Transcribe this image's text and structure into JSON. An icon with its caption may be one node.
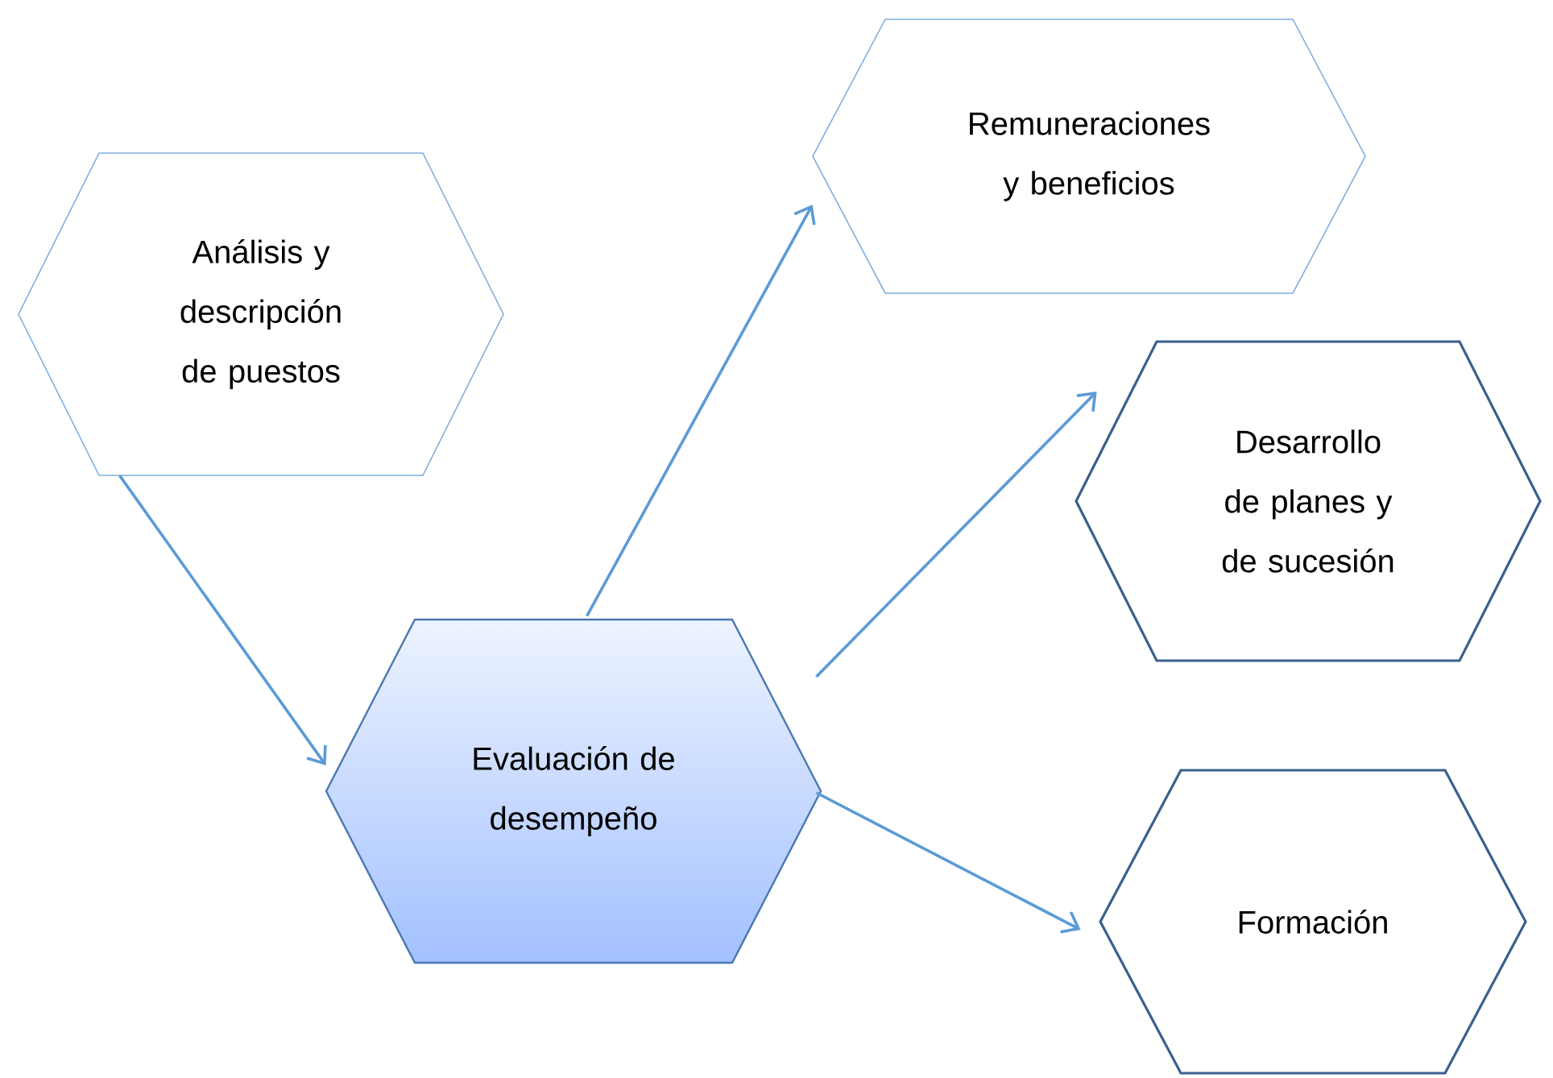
{
  "diagram": {
    "nodes": [
      {
        "text": [
          "Análisis y descripción de puestos"
        ]
      },
      {
        "text": [
          "Remuneraciones y beneficios"
        ]
      },
      {
        "text": [
          "Evaluación de desempeño"
        ]
      },
      {
        "text": [
          "Desarrollo de planes y de sucesión"
        ]
      },
      {
        "text": [
          "Formación"
        ]
      }
    ],
    "edges": [
      {
        "from": 0,
        "to": 2,
        "arrow": "to"
      },
      {
        "from": 2,
        "to": 1,
        "arrow": "to"
      },
      {
        "from": 2,
        "to": 3,
        "arrow": "to"
      },
      {
        "from": 2,
        "to": 4,
        "arrow": "to"
      }
    ]
  }
}
